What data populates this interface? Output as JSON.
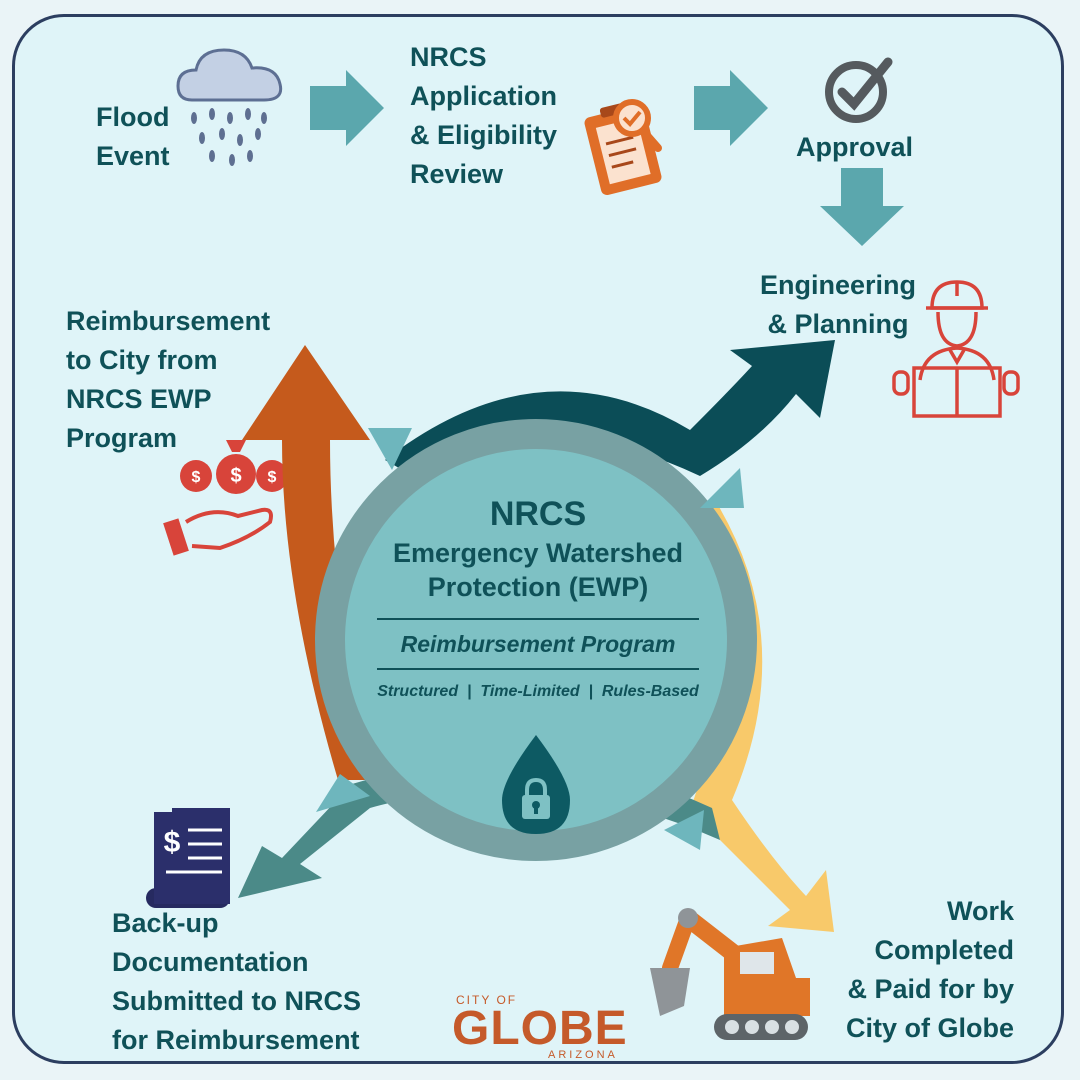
{
  "steps": {
    "flood": [
      "Flood",
      "Event"
    ],
    "application": [
      "NRCS",
      "Application",
      "& Eligibility",
      "Review"
    ],
    "approval": "Approval",
    "engineering": [
      "Engineering",
      "& Planning"
    ],
    "work": [
      "Work",
      "Completed",
      "& Paid for by",
      "City of Globe"
    ],
    "backup": [
      "Back-up",
      "Documentation",
      "Submitted to NRCS",
      "for Reimbursement"
    ],
    "reimbursement": [
      "Reimbursement",
      "to City from",
      "NRCS EWP",
      "Program"
    ]
  },
  "center": {
    "title": "NRCS",
    "subtitle_1": "Emergency Watershed",
    "subtitle_2": "Protection (EWP)",
    "program": "Reimbursement Program",
    "tags": "Structured  |  Time-Limited  |  Rules-Based"
  },
  "logo": {
    "city": "CITY OF",
    "name": "GLOBE",
    "state": "ARIZONA"
  },
  "colors": {
    "text": "#0f5158",
    "arrow_teal": "#5ba7ad",
    "dark_teal": "#0b4d57",
    "orange": "#c55a1c",
    "yellow": "#f8c96a",
    "mid_teal": "#4b8a88",
    "icon_red": "#d8443a"
  },
  "icons": [
    "rain-cloud-icon",
    "clipboard-search-icon",
    "checkmark-circle-icon",
    "engineer-icon",
    "money-bags-hand-icon",
    "invoice-document-icon",
    "excavator-icon",
    "water-drop-lock-icon"
  ]
}
